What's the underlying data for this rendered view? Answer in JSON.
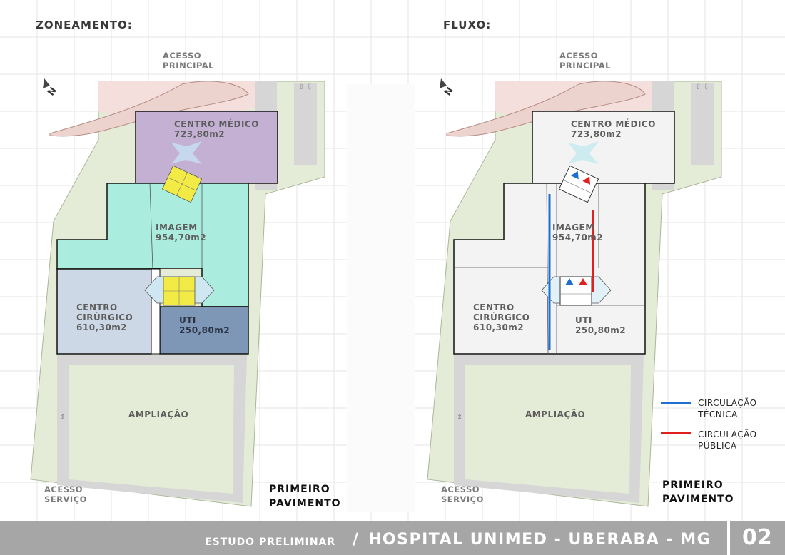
{
  "left_panel": {
    "heading": "ZONEAMENTO:",
    "access_main": [
      "ACESSO",
      "PRINCIPAL"
    ],
    "access_service": [
      "ACESSO",
      "SERVIÇO"
    ],
    "north": "N",
    "zones": {
      "centro_medico": {
        "name": "CENTRO MÉDICO",
        "area": "723,80m2",
        "color": "#c3b0d2"
      },
      "imagem": {
        "name": "IMAGEM",
        "area": "954,70m2",
        "color": "#aaeddf"
      },
      "centro_cirurgico": {
        "name": [
          "CENTRO",
          "CIRÚRGICO"
        ],
        "area": "610,30m2",
        "color": "#cdd8e6"
      },
      "uti": {
        "name": "UTI",
        "area": "250,80m2",
        "color": "#7f97b6"
      },
      "vertical_core_color": "#f2ea45"
    },
    "expansion": "AMPLIAÇÃO",
    "floor": [
      "PRIMEIRO",
      "PAVIMENTO"
    ]
  },
  "right_panel": {
    "heading": "FLUXO:",
    "access_main": [
      "ACESSO",
      "PRINCIPAL"
    ],
    "access_service": [
      "ACESSO",
      "SERVIÇO"
    ],
    "north": "N",
    "zones": {
      "centro_medico": {
        "name": "CENTRO MÉDICO",
        "area": "723,80m2"
      },
      "imagem": {
        "name": "IMAGEM",
        "area": "954,70m2"
      },
      "centro_cirurgico": {
        "name": [
          "CENTRO",
          "CIRÚRGICO"
        ],
        "area": "610,30m2"
      },
      "uti": {
        "name": "UTI",
        "area": "250,80m2"
      }
    },
    "expansion": "AMPLIAÇÃO",
    "floor": [
      "PRIMEIRO",
      "PAVIMENTO"
    ],
    "legend": [
      {
        "label": [
          "CIRCULAÇÃO",
          "TÉCNICA"
        ],
        "color": "#1f6fd1"
      },
      {
        "label": [
          "CIRCULAÇÃO",
          "PÚBLICA"
        ],
        "color": "#e0201c"
      }
    ]
  },
  "colors": {
    "site": "#e4ecd7",
    "road": "#d6d6d6",
    "plaza": "#f4dfdd",
    "grid": "#e6e6e6",
    "footer": "#a6a6a6"
  },
  "footer": {
    "subtitle": "ESTUDO PRELIMINAR",
    "slash": "/",
    "title": "HOSPITAL UNIMED - UBERABA - MG",
    "page": "02"
  }
}
